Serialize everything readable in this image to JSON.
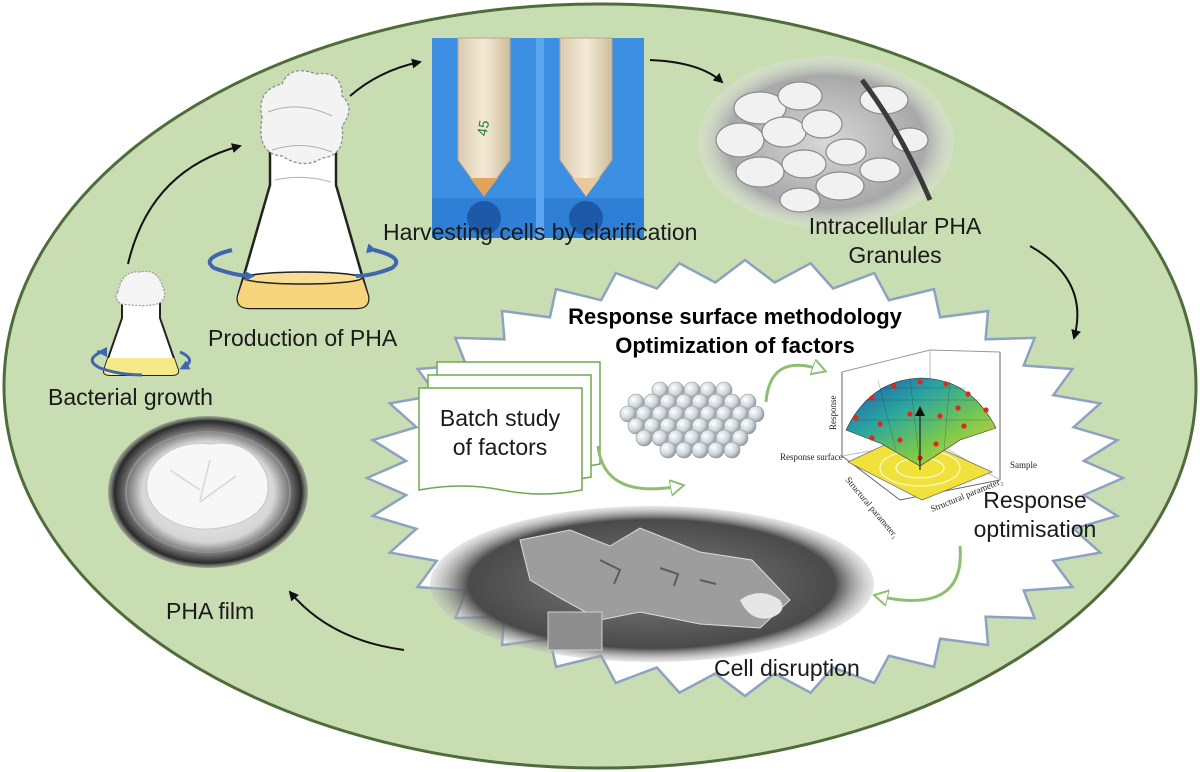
{
  "steps": {
    "bacterial_growth": "Bacterial growth",
    "production": "Production of PHA",
    "harvesting": "Harvesting cells by clarification",
    "granules_line1": "Intracellular PHA",
    "granules_line2": "Granules",
    "response_line1": "Response",
    "response_line2": "optimisation",
    "cell_disruption": "Cell disruption",
    "pha_film": "PHA film"
  },
  "rsm": {
    "title_line1": "Response surface methodology",
    "title_line2": "Optimization of factors",
    "batch_line1": "Batch study",
    "batch_line2": "of factors"
  },
  "plot3d": {
    "z_label": "Response",
    "surface_label": "Response surface",
    "sample_label": "Sample",
    "axis_label_1": "Structural parameter₁",
    "axis_label_2": "Structural parameter₂"
  },
  "tube_marking": "45",
  "colors": {
    "oval_fill": "#c9ddb3",
    "oval_stroke": "#4f6d3a",
    "burst_stroke": "#8da1c2",
    "flask_media": "#f6d57d",
    "rotation_arrow": "#3f67b0",
    "green_arrow": "#8cbf72",
    "tube_rack": "#2f7fd6"
  }
}
